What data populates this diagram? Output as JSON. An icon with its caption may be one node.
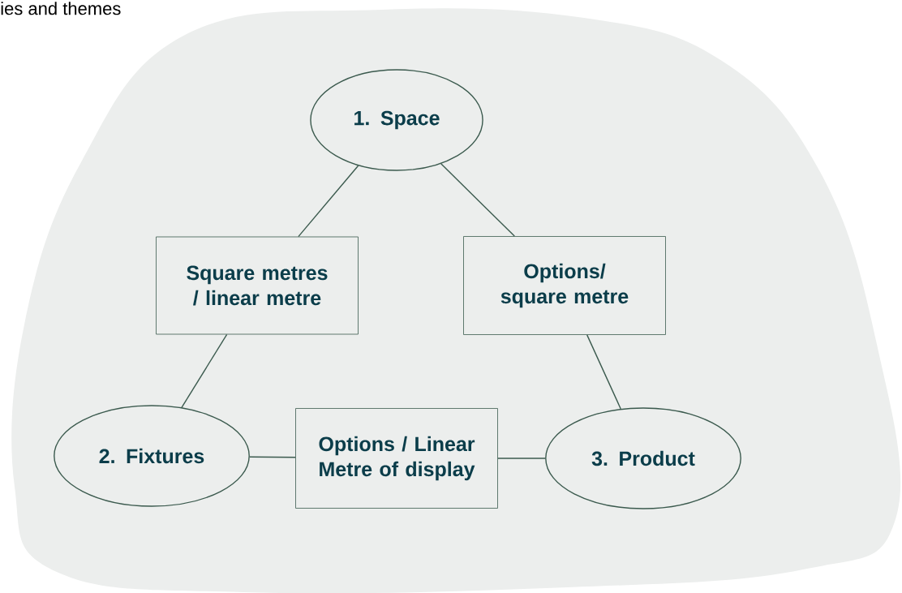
{
  "diagram": {
    "nodes": [
      {
        "text": [
          "1. Space"
        ]
      },
      {
        "text": [
          "Square metres / linear metre"
        ]
      },
      {
        "text": [
          "Options/ square metre"
        ]
      },
      {
        "text": [
          "2. Fixtures"
        ]
      },
      {
        "text": [
          "Options / Linear Metre of display"
        ]
      },
      {
        "text": [
          "3. Product"
        ]
      }
    ],
    "edges": [
      {
        "from": 0,
        "to": 1,
        "arrow": "none"
      },
      {
        "from": 0,
        "to": 2,
        "arrow": "none"
      },
      {
        "from": 1,
        "to": 3,
        "arrow": "none"
      },
      {
        "from": 2,
        "to": 5,
        "arrow": "none"
      },
      {
        "from": 3,
        "to": 4,
        "arrow": "none"
      },
      {
        "from": 4,
        "to": 5,
        "arrow": "none"
      }
    ],
    "labels": [
      "ies and themes"
    ]
  }
}
